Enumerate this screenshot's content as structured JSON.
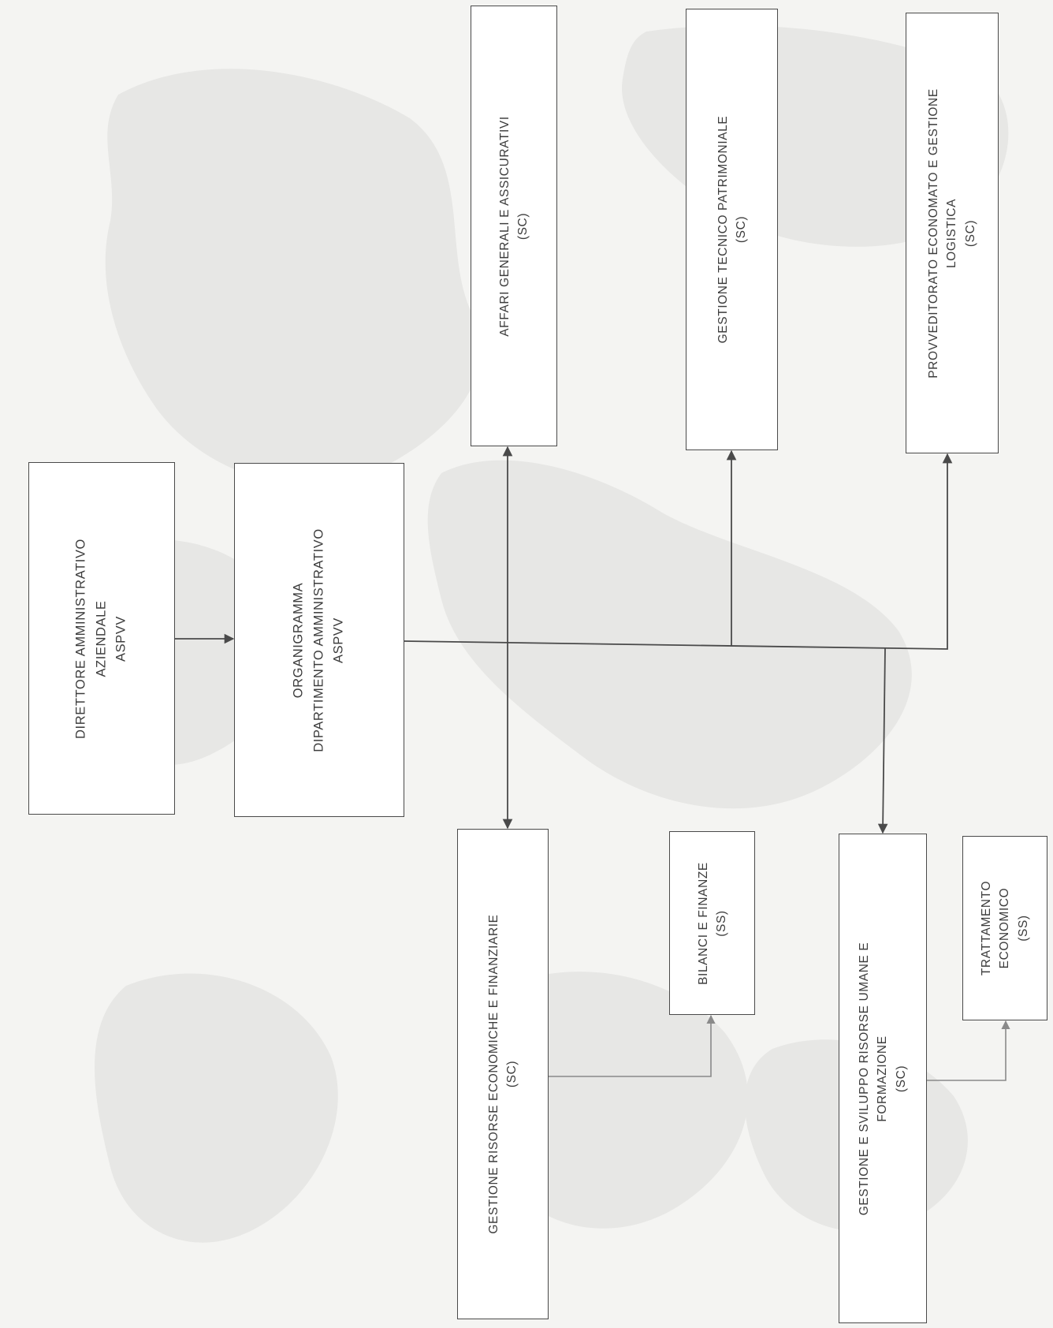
{
  "diagram": {
    "nodes": {
      "direttore": {
        "lines": [
          "DIRETTORE AMMINISTRATIVO",
          "AZIENDALE",
          "ASPVV"
        ]
      },
      "organigramma": {
        "lines": [
          "ORGANIGRAMMA",
          "DIPARTIMENTO AMMINISTRATIVO",
          "ASPVV"
        ]
      },
      "affari": {
        "lines": [
          "AFFARI GENERALI E ASSICURATIVI",
          "(SC)"
        ]
      },
      "tecnico": {
        "lines": [
          "GESTIONE TECNICO PATRIMONIALE",
          "(SC)"
        ]
      },
      "provv": {
        "lines": [
          "PROVVEDITORATO ECONOMATO E GESTIONE",
          "LOGISTICA",
          "(SC)"
        ]
      },
      "risorse_ec": {
        "lines": [
          "GESTIONE RISORSE ECONOMICHE E FINANZIARIE",
          "(SC)"
        ]
      },
      "bilanci": {
        "lines": [
          "BILANCI E FINANZE",
          "(SS)"
        ]
      },
      "sviluppo": {
        "lines": [
          "GESTIONE E SVILUPPO RISORSE UMANE E",
          "FORMAZIONE",
          "(SC)"
        ]
      },
      "trattamento": {
        "lines": [
          "TRATTAMENTO",
          "ECONOMICO",
          "(SS)"
        ]
      }
    },
    "edges": [
      {
        "from": "direttore",
        "to": "organigramma"
      },
      {
        "from": "organigramma",
        "to": "affari"
      },
      {
        "from": "organigramma",
        "to": "risorse_ec"
      },
      {
        "from": "organigramma",
        "to": "tecnico"
      },
      {
        "from": "organigramma",
        "to": "provv"
      },
      {
        "from": "organigramma",
        "to": "sviluppo"
      },
      {
        "from": "risorse_ec",
        "to": "bilanci"
      },
      {
        "from": "sviluppo",
        "to": "trattamento"
      }
    ],
    "colors": {
      "line": "#4a4a4a",
      "line_light": "#8a8a8a",
      "box_border": "#4a4a4a",
      "text": "#3c3c3c",
      "background": "#f4f4f2",
      "map_shading": "#e6e6e4"
    }
  }
}
